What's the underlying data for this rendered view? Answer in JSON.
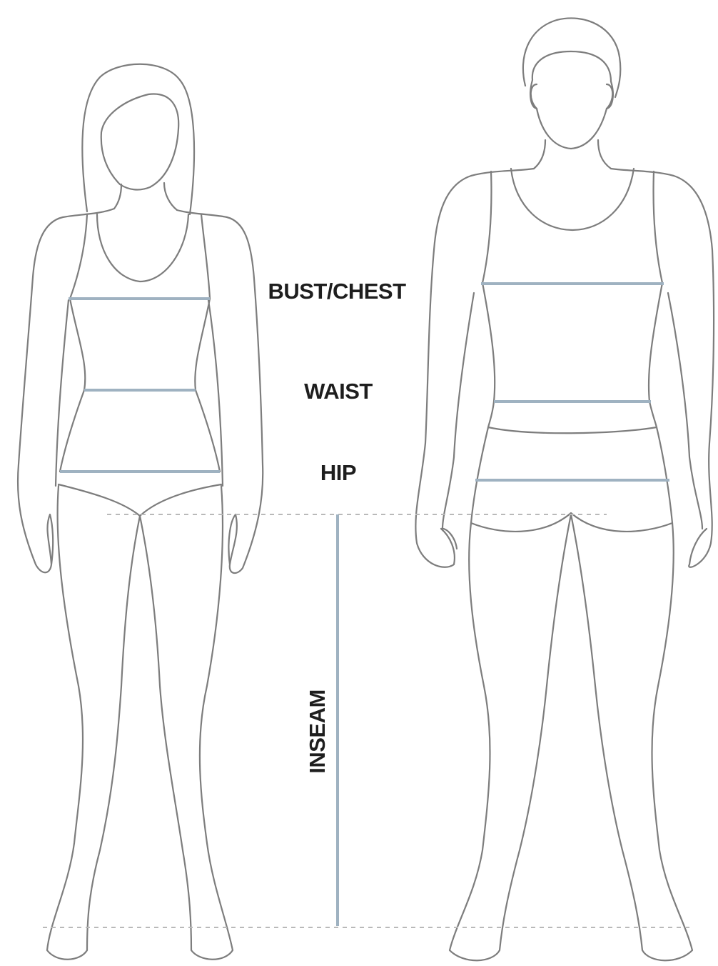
{
  "labels": {
    "bust_chest": "BUST/CHEST",
    "waist": "WAIST",
    "hip": "HIP",
    "inseam": "INSEAM"
  },
  "figures": [
    "female-figure",
    "male-figure"
  ],
  "colors": {
    "background": "#ffffff",
    "outline": "#7d7d7d",
    "measurement_line": "#9fb2c1",
    "guide_line": "#b9b9b9",
    "label_text": "#1e1e1e"
  }
}
